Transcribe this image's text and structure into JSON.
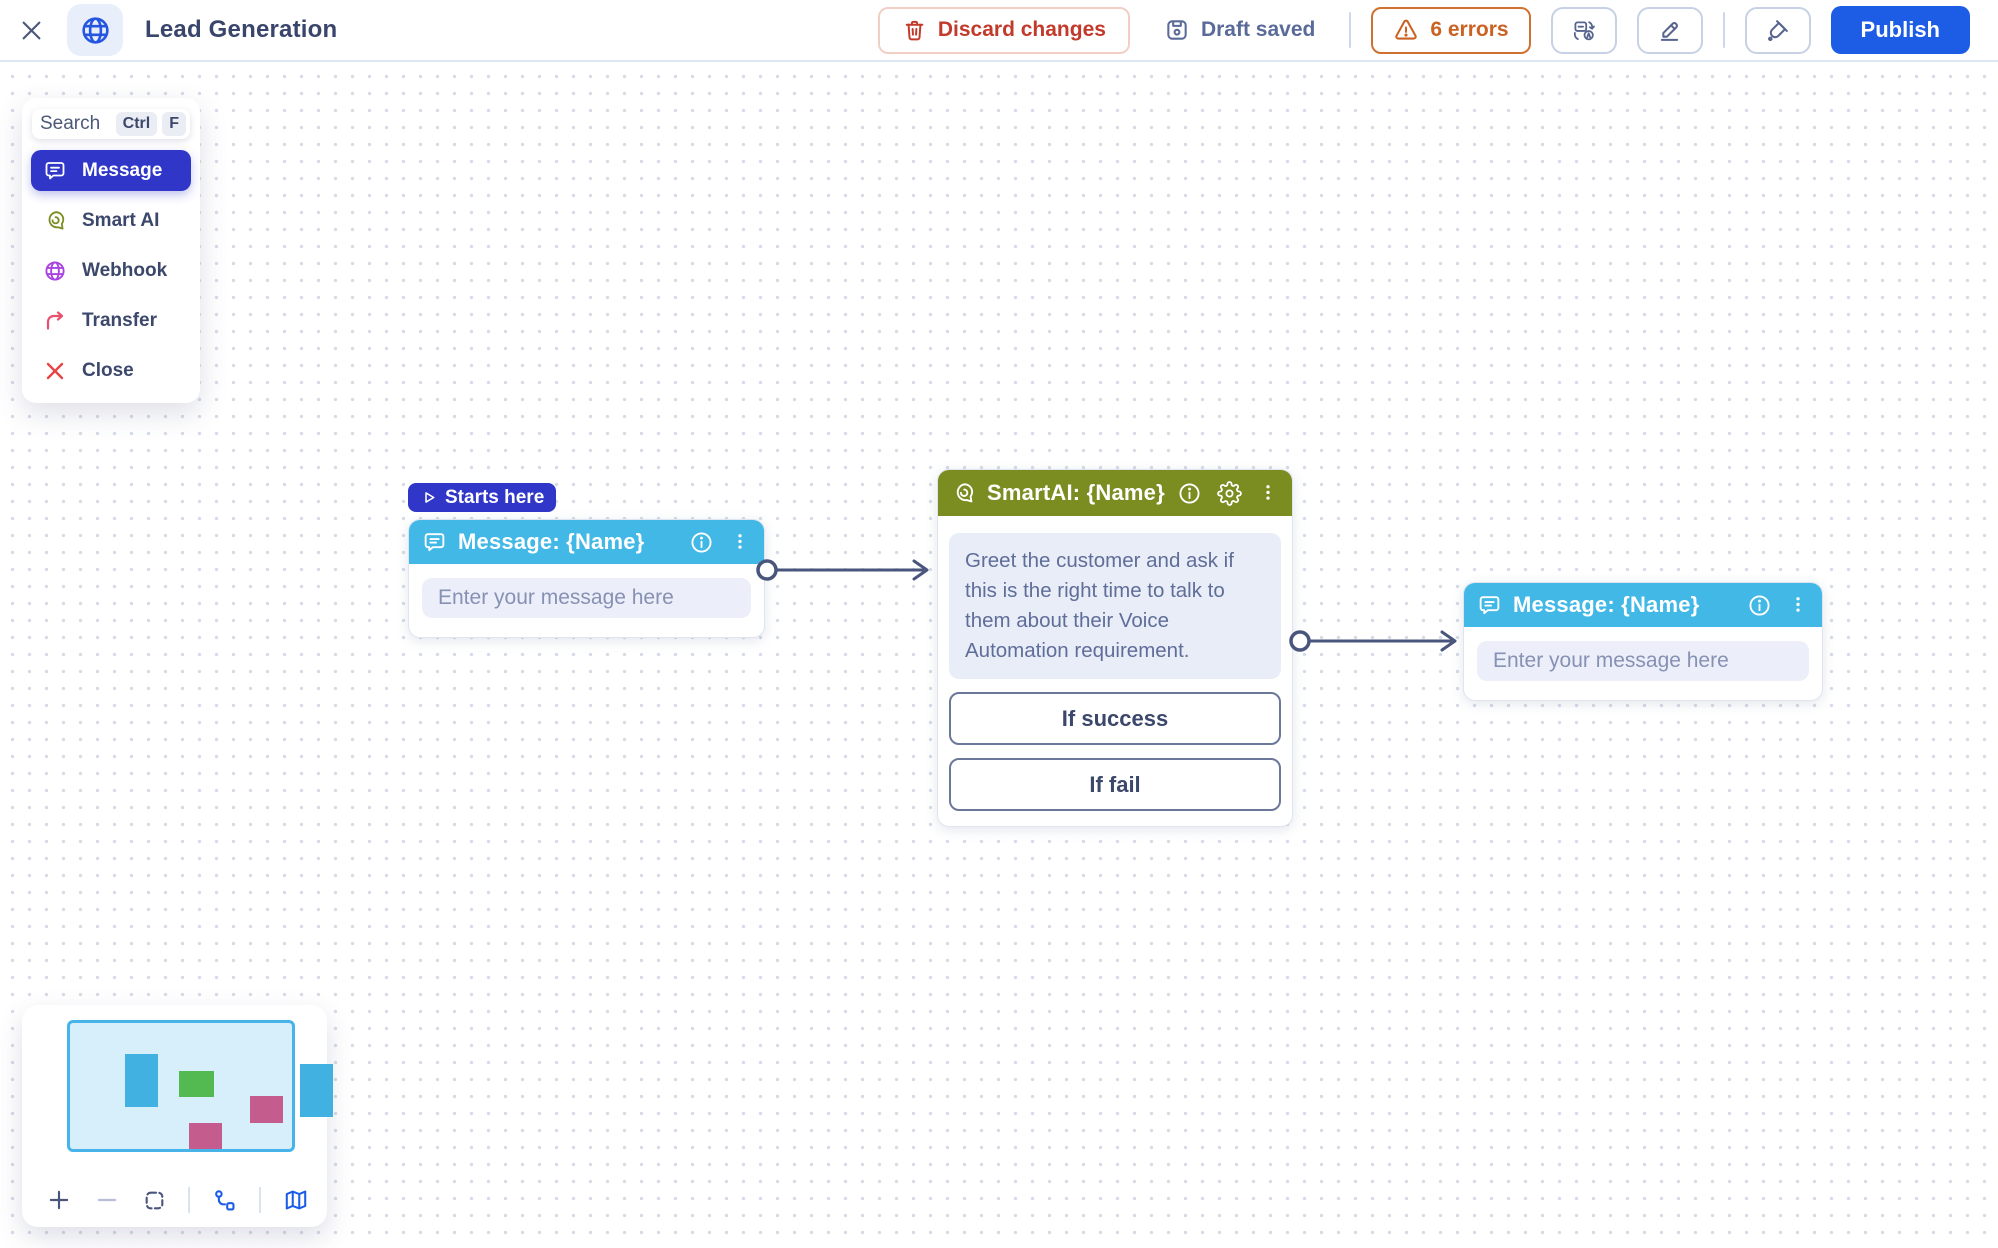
{
  "topbar": {
    "title": "Lead Generation",
    "discard_button": "Discard changes",
    "draft_status": "Draft saved",
    "errors_button": "6 errors",
    "publish_button": "Publish"
  },
  "palette": {
    "search_placeholder": "Search",
    "shortcut": [
      "Ctrl",
      "F"
    ],
    "selected_item": "Message",
    "items": [
      {
        "label": "Message"
      },
      {
        "label": "Smart AI"
      },
      {
        "label": "Webhook"
      },
      {
        "label": "Transfer"
      },
      {
        "label": "Close"
      }
    ]
  },
  "canvas": {
    "start_badge": "Starts here",
    "nodes": [
      {
        "type": "message",
        "title": "Message: {Name}",
        "placeholder": "Enter your message here"
      },
      {
        "type": "smartai",
        "title": "SmartAI: {Name}",
        "prompt": "Greet the customer and ask if this is the right time to talk to them about their Voice Automation requirement.",
        "branches": [
          "If success",
          "If fail"
        ]
      },
      {
        "type": "message",
        "title": "Message: {Name}",
        "placeholder": "Enter your message here"
      }
    ]
  },
  "colors": {
    "accent_blue": "#1d5de6",
    "indigo_selected": "#2f36c8",
    "message_header": "#42b8e6",
    "smartai_header": "#7b8c20",
    "danger_red": "#c23a2b",
    "warning_orange": "#c96222",
    "edge_slate": "#4a557d",
    "minimap_blue": "#41b1e2",
    "minimap_green": "#52ba50",
    "minimap_pink": "#c45c8e"
  }
}
